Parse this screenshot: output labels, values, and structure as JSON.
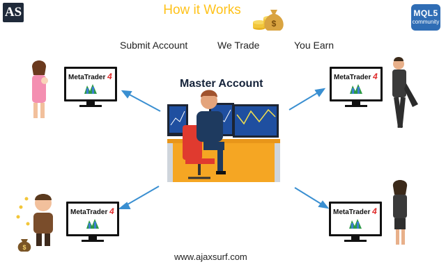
{
  "header": {
    "logo_left_text": "AS",
    "title": "How it Works",
    "mql5_logo_main": "MQL5",
    "mql5_logo_sub": "community"
  },
  "steps": [
    {
      "label": "Submit Account"
    },
    {
      "label": "We Trade"
    },
    {
      "label": "You Earn"
    }
  ],
  "center": {
    "label": "Master Account"
  },
  "terminals": [
    {
      "brand": "MetaTrader",
      "version": "4"
    },
    {
      "brand": "MetaTrader",
      "version": "4"
    },
    {
      "brand": "MetaTrader",
      "version": "4"
    },
    {
      "brand": "MetaTrader",
      "version": "4"
    }
  ],
  "footer": {
    "website": "www.ajaxsurf.com"
  },
  "icons": [
    "money-bag-icon",
    "metatrader-icon",
    "arrow-icon"
  ],
  "colors": {
    "title": "#ffc21a",
    "arrows": "#3a8fd1",
    "desk": "#f5a623",
    "shirt": "#1e3a5f",
    "chair": "#e03a2f",
    "monitor_screen": "#1f4fa0"
  }
}
